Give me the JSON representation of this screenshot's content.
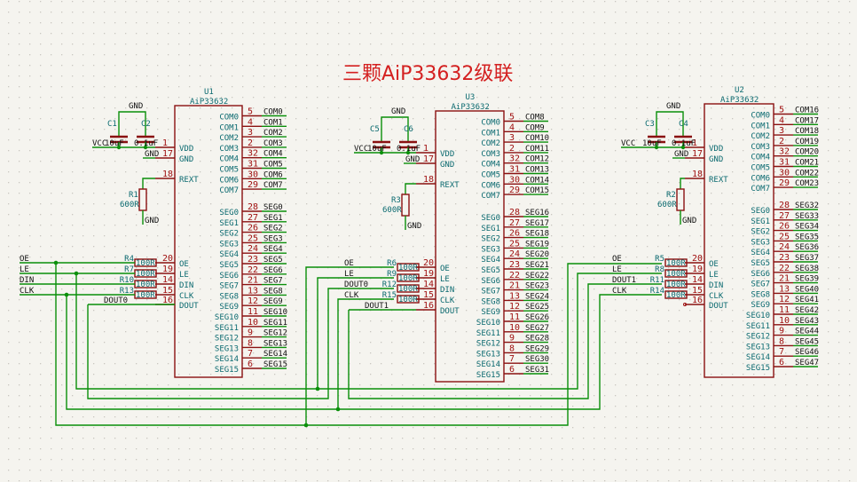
{
  "title": "三颗AiP33632级联",
  "colors": {
    "background": "#f5f4ef",
    "wire": "#0a8f0a",
    "component": "#8a1111",
    "pin_number": "#a01010",
    "pin_name": "#0b6a70",
    "net_label": "#111111",
    "title": "#d42020"
  },
  "chips": [
    {
      "ref": "U1",
      "part": "AiP33632",
      "left_pins": [
        {
          "num": "1",
          "name": "VDD"
        },
        {
          "num": "17",
          "name": "GND"
        },
        {
          "num": "18",
          "name": "REXT"
        },
        {
          "num": "20",
          "name": "OE"
        },
        {
          "num": "19",
          "name": "LE"
        },
        {
          "num": "14",
          "name": "DIN"
        },
        {
          "num": "15",
          "name": "CLK"
        },
        {
          "num": "16",
          "name": "DOUT"
        }
      ],
      "com_pins": [
        {
          "num": "5",
          "name": "COM0",
          "net": "COM0"
        },
        {
          "num": "4",
          "name": "COM1",
          "net": "COM1"
        },
        {
          "num": "3",
          "name": "COM2",
          "net": "COM2"
        },
        {
          "num": "2",
          "name": "COM3",
          "net": "COM3"
        },
        {
          "num": "32",
          "name": "COM4",
          "net": "COM4"
        },
        {
          "num": "31",
          "name": "COM5",
          "net": "COM5"
        },
        {
          "num": "30",
          "name": "COM6",
          "net": "COM6"
        },
        {
          "num": "29",
          "name": "COM7",
          "net": "COM7"
        }
      ],
      "seg_pins": [
        {
          "num": "28",
          "name": "SEG0",
          "net": "SEG0"
        },
        {
          "num": "27",
          "name": "SEG1",
          "net": "SEG1"
        },
        {
          "num": "26",
          "name": "SEG2",
          "net": "SEG2"
        },
        {
          "num": "25",
          "name": "SEG3",
          "net": "SEG3"
        },
        {
          "num": "24",
          "name": "SEG4",
          "net": "SEG4"
        },
        {
          "num": "23",
          "name": "SEG5",
          "net": "SEG5"
        },
        {
          "num": "22",
          "name": "SEG6",
          "net": "SEG6"
        },
        {
          "num": "21",
          "name": "SEG7",
          "net": "SEG7"
        },
        {
          "num": "13",
          "name": "SEG8",
          "net": "SEG8"
        },
        {
          "num": "12",
          "name": "SEG9",
          "net": "SEG9"
        },
        {
          "num": "11",
          "name": "SEG10",
          "net": "SEG10"
        },
        {
          "num": "10",
          "name": "SEG11",
          "net": "SEG11"
        },
        {
          "num": "9",
          "name": "SEG12",
          "net": "SEG12"
        },
        {
          "num": "8",
          "name": "SEG13",
          "net": "SEG13"
        },
        {
          "num": "7",
          "name": "SEG14",
          "net": "SEG14"
        },
        {
          "num": "6",
          "name": "SEG15",
          "net": "SEG15"
        }
      ],
      "caps": [
        {
          "ref": "C1",
          "value": "10uF"
        },
        {
          "ref": "C2",
          "value": "0.1uF"
        }
      ],
      "rext": {
        "ref": "R1",
        "value": "600R"
      },
      "input_resistors": [
        {
          "ref": "R4",
          "value": "100R",
          "net": "OE"
        },
        {
          "ref": "R7",
          "value": "100R",
          "net": "LE"
        },
        {
          "ref": "R10",
          "value": "100R",
          "net": "DIN"
        },
        {
          "ref": "R13",
          "value": "100R",
          "net": "CLK"
        }
      ],
      "dout_net": "DOUT0"
    },
    {
      "ref": "U3",
      "part": "AiP33632",
      "left_pins": [
        {
          "num": "1",
          "name": "VDD"
        },
        {
          "num": "17",
          "name": "GND"
        },
        {
          "num": "18",
          "name": "REXT"
        },
        {
          "num": "20",
          "name": "OE"
        },
        {
          "num": "19",
          "name": "LE"
        },
        {
          "num": "14",
          "name": "DIN"
        },
        {
          "num": "15",
          "name": "CLK"
        },
        {
          "num": "16",
          "name": "DOUT"
        }
      ],
      "com_pins": [
        {
          "num": "5",
          "name": "COM0",
          "net": "COM8"
        },
        {
          "num": "4",
          "name": "COM1",
          "net": "COM9"
        },
        {
          "num": "3",
          "name": "COM2",
          "net": "COM10"
        },
        {
          "num": "2",
          "name": "COM3",
          "net": "COM11"
        },
        {
          "num": "32",
          "name": "COM4",
          "net": "COM12"
        },
        {
          "num": "31",
          "name": "COM5",
          "net": "COM13"
        },
        {
          "num": "30",
          "name": "COM6",
          "net": "COM14"
        },
        {
          "num": "29",
          "name": "COM7",
          "net": "COM15"
        }
      ],
      "seg_pins": [
        {
          "num": "28",
          "name": "SEG0",
          "net": "SEG16"
        },
        {
          "num": "27",
          "name": "SEG1",
          "net": "SEG17"
        },
        {
          "num": "26",
          "name": "SEG2",
          "net": "SEG18"
        },
        {
          "num": "25",
          "name": "SEG3",
          "net": "SEG19"
        },
        {
          "num": "24",
          "name": "SEG4",
          "net": "SEG20"
        },
        {
          "num": "23",
          "name": "SEG5",
          "net": "SEG21"
        },
        {
          "num": "22",
          "name": "SEG6",
          "net": "SEG22"
        },
        {
          "num": "21",
          "name": "SEG7",
          "net": "SEG23"
        },
        {
          "num": "13",
          "name": "SEG8",
          "net": "SEG24"
        },
        {
          "num": "12",
          "name": "SEG9",
          "net": "SEG25"
        },
        {
          "num": "11",
          "name": "SEG10",
          "net": "SEG26"
        },
        {
          "num": "10",
          "name": "SEG11",
          "net": "SEG27"
        },
        {
          "num": "9",
          "name": "SEG12",
          "net": "SEG28"
        },
        {
          "num": "8",
          "name": "SEG13",
          "net": "SEG29"
        },
        {
          "num": "7",
          "name": "SEG14",
          "net": "SEG30"
        },
        {
          "num": "6",
          "name": "SEG15",
          "net": "SEG31"
        }
      ],
      "caps": [
        {
          "ref": "C5",
          "value": "10uF"
        },
        {
          "ref": "C6",
          "value": "0.1uF"
        }
      ],
      "rext": {
        "ref": "R3",
        "value": "600R"
      },
      "input_resistors": [
        {
          "ref": "R6",
          "value": "100R",
          "net": "OE"
        },
        {
          "ref": "R9",
          "value": "100R",
          "net": "LE"
        },
        {
          "ref": "R12",
          "value": "100R",
          "net": "DOUT0"
        },
        {
          "ref": "R15",
          "value": "100R",
          "net": "CLK"
        }
      ],
      "dout_net": "DOUT1"
    },
    {
      "ref": "U2",
      "part": "AiP33632",
      "left_pins": [
        {
          "num": "1",
          "name": "VDD"
        },
        {
          "num": "17",
          "name": "GND"
        },
        {
          "num": "18",
          "name": "REXT"
        },
        {
          "num": "20",
          "name": "OE"
        },
        {
          "num": "19",
          "name": "LE"
        },
        {
          "num": "14",
          "name": "DIN"
        },
        {
          "num": "15",
          "name": "CLK"
        },
        {
          "num": "16",
          "name": "DOUT"
        }
      ],
      "com_pins": [
        {
          "num": "5",
          "name": "COM0",
          "net": "COM16"
        },
        {
          "num": "4",
          "name": "COM1",
          "net": "COM17"
        },
        {
          "num": "3",
          "name": "COM2",
          "net": "COM18"
        },
        {
          "num": "2",
          "name": "COM3",
          "net": "COM19"
        },
        {
          "num": "32",
          "name": "COM4",
          "net": "COM20"
        },
        {
          "num": "31",
          "name": "COM5",
          "net": "COM21"
        },
        {
          "num": "30",
          "name": "COM6",
          "net": "COM22"
        },
        {
          "num": "29",
          "name": "COM7",
          "net": "COM23"
        }
      ],
      "seg_pins": [
        {
          "num": "28",
          "name": "SEG0",
          "net": "SEG32"
        },
        {
          "num": "27",
          "name": "SEG1",
          "net": "SEG33"
        },
        {
          "num": "26",
          "name": "SEG2",
          "net": "SEG34"
        },
        {
          "num": "25",
          "name": "SEG3",
          "net": "SEG35"
        },
        {
          "num": "24",
          "name": "SEG4",
          "net": "SEG36"
        },
        {
          "num": "23",
          "name": "SEG5",
          "net": "SEG37"
        },
        {
          "num": "22",
          "name": "SEG6",
          "net": "SEG38"
        },
        {
          "num": "21",
          "name": "SEG7",
          "net": "SEG39"
        },
        {
          "num": "13",
          "name": "SEG8",
          "net": "SEG40"
        },
        {
          "num": "12",
          "name": "SEG9",
          "net": "SEG41"
        },
        {
          "num": "11",
          "name": "SEG10",
          "net": "SEG42"
        },
        {
          "num": "10",
          "name": "SEG11",
          "net": "SEG43"
        },
        {
          "num": "9",
          "name": "SEG12",
          "net": "SEG44"
        },
        {
          "num": "8",
          "name": "SEG13",
          "net": "SEG45"
        },
        {
          "num": "7",
          "name": "SEG14",
          "net": "SEG46"
        },
        {
          "num": "6",
          "name": "SEG15",
          "net": "SEG47"
        }
      ],
      "caps": [
        {
          "ref": "C3",
          "value": "10uF"
        },
        {
          "ref": "C4",
          "value": "0.1uF"
        }
      ],
      "rext": {
        "ref": "R2",
        "value": "600R"
      },
      "input_resistors": [
        {
          "ref": "R5",
          "value": "100R",
          "net": "OE"
        },
        {
          "ref": "R8",
          "value": "100R",
          "net": "LE"
        },
        {
          "ref": "R11",
          "value": "100R",
          "net": "DOUT1"
        },
        {
          "ref": "R14",
          "value": "100R",
          "net": "CLK"
        }
      ],
      "dout_net": ""
    }
  ],
  "power_labels": {
    "vcc": "VCC",
    "gnd": "GND"
  },
  "input_nets": [
    "OE",
    "LE",
    "DIN",
    "CLK"
  ]
}
